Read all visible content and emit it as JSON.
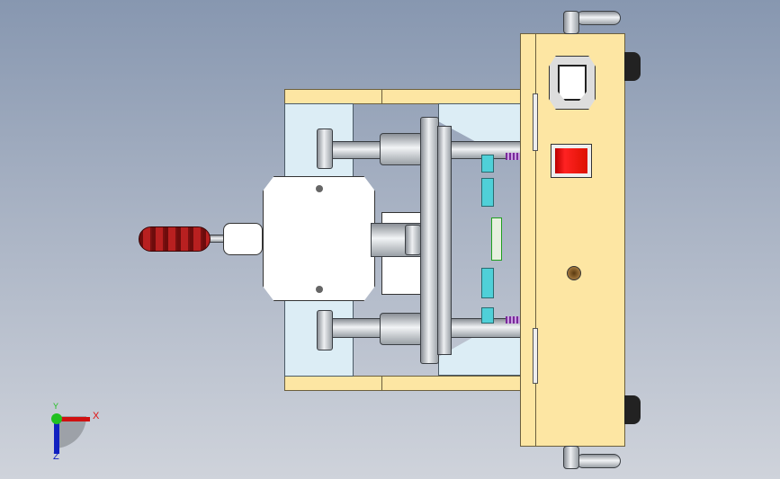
{
  "viewport": {
    "type": "cad-3d-view"
  },
  "triad": {
    "x_label": "X",
    "y_label": "Y",
    "z_label": "Z",
    "colors": {
      "x": "#e01010",
      "y": "#20c020",
      "z": "#1020c0"
    }
  },
  "colors": {
    "housing": "#fde6a3",
    "plate": "#dcedf5",
    "switch": "#d01010",
    "grip": "#8a1010"
  }
}
